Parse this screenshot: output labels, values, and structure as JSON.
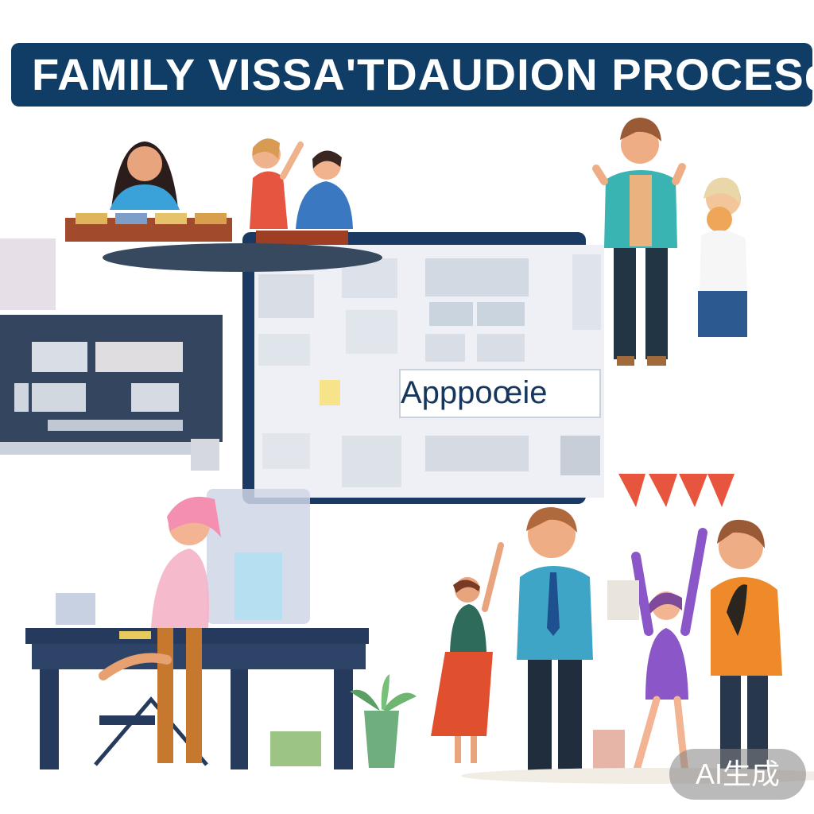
{
  "banner": {
    "title": "FAMILY VISSA'TDAUDION PROCESᶑ"
  },
  "screen": {
    "label": "Apppoœie"
  },
  "watermark": {
    "text": "AI生成"
  },
  "colors": {
    "banner": "#0f3d66",
    "monitor_dark": "#3a4a66",
    "desk": "#253a5c"
  },
  "icons": [
    "person-icon",
    "monitor-icon",
    "desk-icon",
    "plant-icon",
    "bunting-icon"
  ]
}
